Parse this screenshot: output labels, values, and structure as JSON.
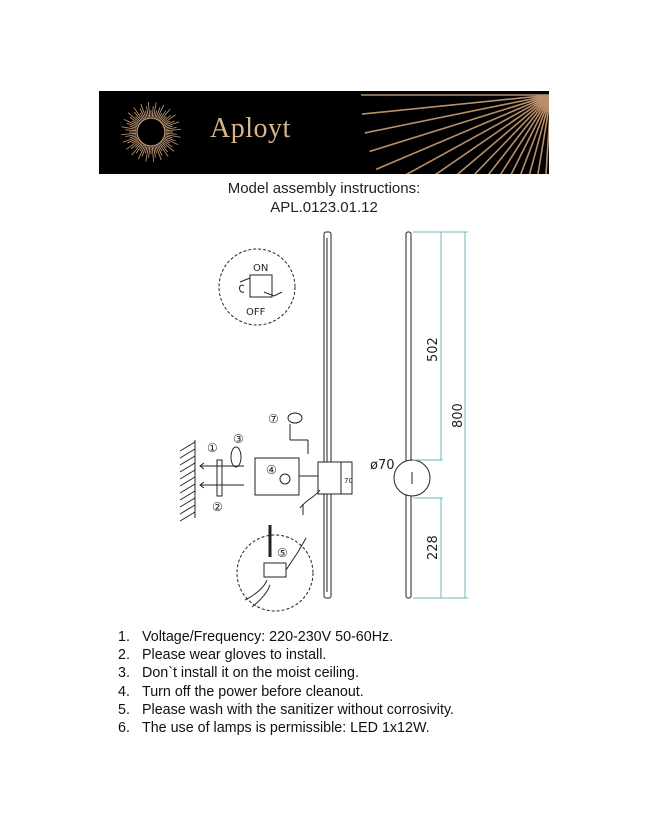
{
  "banner": {
    "brand": "Aployt",
    "colors": {
      "background": "#000000",
      "accent": "#d9b48a"
    }
  },
  "title": {
    "line1": "Model assembly instructions:",
    "line2": "APL.0123.01.12"
  },
  "diagram": {
    "switch_on_label": "ON",
    "switch_off_label": "OFF",
    "callouts": [
      "①",
      "②",
      "③",
      "④",
      "⑤",
      "⑦"
    ],
    "dimensions": {
      "upper_length": "502",
      "total_length": "800",
      "lower_length": "228",
      "diameter": "ø70",
      "box_height": "70"
    },
    "colors": {
      "line": "#222222",
      "dimension": "#6fb8bf"
    }
  },
  "notes": [
    {
      "num": "1.",
      "text": "Voltage/Frequency: 220-230V 50-60Hz."
    },
    {
      "num": "2.",
      "text": "Please wear gloves to install."
    },
    {
      "num": "3.",
      "text": "Don`t install it on the moist ceiling."
    },
    {
      "num": "4.",
      "text": "Turn off the power before cleanout."
    },
    {
      "num": "5.",
      "text": "Please wash with the sanitizer without corrosivity."
    },
    {
      "num": "6.",
      "text": "The use of lamps is permissible: LED 1x12W."
    }
  ]
}
